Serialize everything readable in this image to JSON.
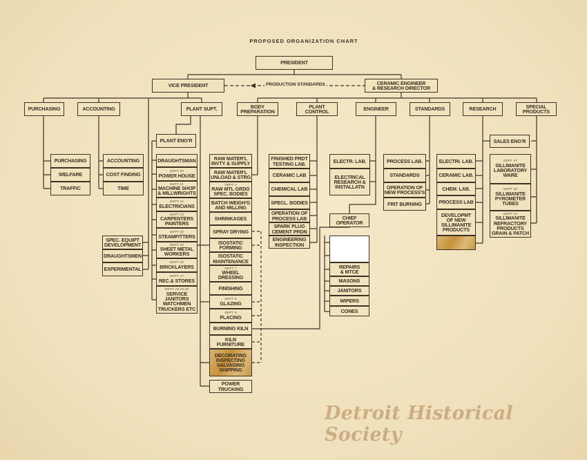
{
  "title": "PROPOSED ORGANIZATION CHART",
  "production_standards": "PRODUCTION STANDARDS",
  "watermark": "Detroit Historical Society",
  "top": {
    "president": "PRESIDENT",
    "vice_president": "VICE PRESIDENT",
    "ceramic_engineer": "CERAMIC ENGINEER\n& RESEARCH DIRECTOR"
  },
  "departments": {
    "purchasing": "PURCHASING",
    "accounting": "ACCOUNTING",
    "plant_supt": "PLANT SUPT.",
    "body_preparation": "BODY\nPREPARATION",
    "plant_control": "PLANT\nCONTROL",
    "engineer": "ENGINEER",
    "standards": "STANDARDS",
    "research": "RESEARCH",
    "special_products": "SPECIAL\nPRODUCTS"
  },
  "purchasing_units": [
    "PURCHASING",
    "WELFARE",
    "TRAFFIC"
  ],
  "accounting_units": [
    "ACCOUNTING",
    "COST FINDING",
    "TIME"
  ],
  "plant_engr": "PLANT ENG'R",
  "plant_units": [
    {
      "label": "DRAUGHTSMAN"
    },
    {
      "dept": "DEPT 20",
      "label": "POWER HOUSE"
    },
    {
      "dept": "DEPT 21",
      "label": "MACHINE SHOP\n& MILLWRIGHTS"
    },
    {
      "dept": "DEPT 22",
      "label": "ELECTRICIANS"
    },
    {
      "dept": "DEPT 23",
      "label": "CARPENTERS\nPAINTERS"
    },
    {
      "dept": "DEPT 24",
      "label": "STEAMFITTERS"
    },
    {
      "dept": "DEPT 25",
      "label": "SHEET METAL\nWORKERS"
    },
    {
      "dept": "DEPT 26",
      "label": "BRICKLAYERS"
    },
    {
      "dept": "DEPT 27",
      "label": "REC.& STORES"
    },
    {
      "dept": "DEPT 18,19,28",
      "label": "SERVICE\nJANITORS\nWATCHMEN\nTRUCKERS ETC"
    }
  ],
  "spec_units": [
    "SPEC. EQUIPT\nDEVELOPMENT",
    "DRAUGHTSMEN",
    "EXPERIMENTAL"
  ],
  "body_units": [
    {
      "label": "RAW MATER'L\nINVTY & SUPPLY"
    },
    {
      "label": "RAW MATER'L\nUNLOAD & STRG"
    },
    {
      "dept": "DEPT 3",
      "label": "RAW MTL GRDG\nSPEC. BODIES"
    },
    {
      "label": "BATCH WEIGH'G\nAND MILLING"
    },
    {
      "label": "SHRINKAGES"
    },
    {
      "label": "SPRAY DRYING"
    },
    {
      "label": "ISOSTATIC\nFORMING"
    },
    {
      "label": "ISOSTATIC\nMAINTENANCE"
    },
    {
      "dept": "DEPT 7",
      "label": "WHEEL\nDRESSING"
    },
    {
      "label": "FINISHING"
    },
    {
      "dept": "DEPT 8",
      "label": "GLAZING"
    },
    {
      "dept": "DEPT 9",
      "label": "PLACING"
    },
    {
      "label": "BURNING KILN"
    },
    {
      "label": "KILN\nFURNITURE"
    },
    {
      "label": "DECORATING\nINSPECTING\nSALVAGING\nSHIPPING"
    },
    {
      "label": "POWER\nTRUCKING"
    }
  ],
  "control_units": [
    "FINISHED PRDT\nTESTING LAB.",
    "CERAMIC LAB",
    "CHEMICAL LAB",
    "SPECL. BODIES",
    "OPERATION OF\nPROCESS LAB",
    "SPARK PLUG\nCEMENT PRDN",
    "ENGINEERING\nINSPECTION"
  ],
  "engineer_units": [
    "ELECTR. LAB.",
    "ELECTRICAL\nRESEARCH &\nINSTALLATN"
  ],
  "chief_operator": "CHIEF\nOPERATOR",
  "operator_units": [
    "REPAIRS\n& MTCE",
    "MASONS",
    "JANITORS",
    "WIPERS",
    "CONES"
  ],
  "standards_units": [
    "PROCESS LAB.",
    "STANDARDS",
    "OPERATION OF\nNEW PROCESS'S",
    "FRIT BURNING"
  ],
  "research_units": [
    "ELECTRI. LAB.",
    "CERAMIC LAB.",
    "CHEM. LAB.",
    "PROCESS LAB",
    "DEVELOPMT\nOF NEW\nSILLIMANITE\nPRODUCTS"
  ],
  "sales_engr": "SALES ENG'R",
  "special_units": [
    {
      "dept": "DEPT 47",
      "label": "SILLIMANITE\nLABORATORY\nWARE"
    },
    {
      "dept": "DEPT 46",
      "label": "SILLIMANITE\nPYROMETER\nTUBES"
    },
    {
      "dept": "DEPT 10",
      "label": "SILLIMANITE\nREFRACTORY\nPRODUCTS\nGRAIN & PATCH"
    }
  ]
}
